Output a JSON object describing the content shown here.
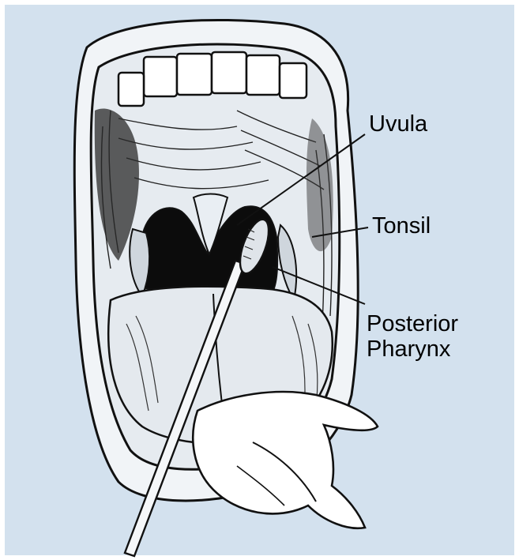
{
  "labels": {
    "uvula": "Uvula",
    "tonsil": "Tonsil",
    "posterior_line1": "Posterior",
    "posterior_line2": "Pharynx"
  },
  "colors": {
    "background": "#d3e1ee",
    "ink": "#111111",
    "mouth_shade": "#e8edf2"
  }
}
